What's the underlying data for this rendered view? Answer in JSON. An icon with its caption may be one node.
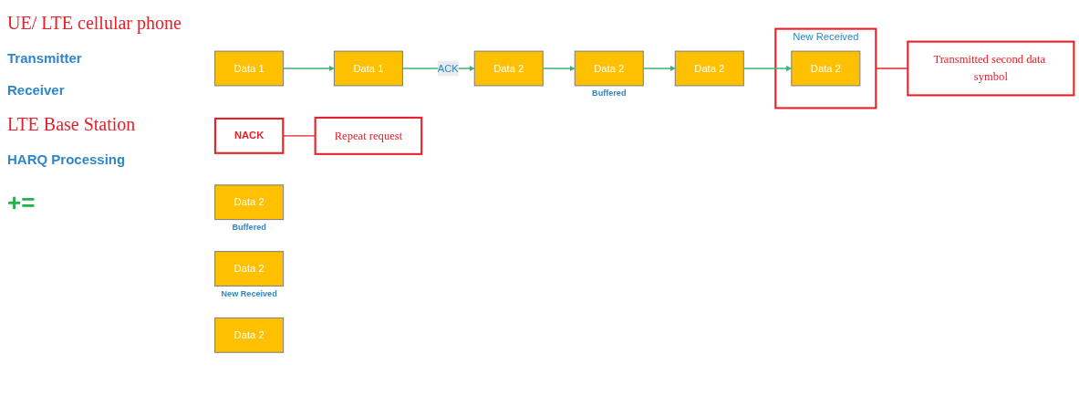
{
  "diagram": {
    "nodes": [
      {
        "text": [
          "Data 1"
        ]
      },
      {
        "text": [
          "Data 1"
        ]
      },
      {
        "text": [
          "Data 2"
        ]
      },
      {
        "text": [
          "Data 2"
        ],
        "beside": [
          "Buffered"
        ]
      },
      {
        "text": [
          "Data 2"
        ]
      },
      {
        "text": [
          "New Received"
        ]
      },
      {
        "text": [
          "Data 2"
        ],
        "in": 5
      },
      {
        "text": [
          "NACK"
        ]
      },
      {
        "text": [
          "Repeat request"
        ]
      },
      {
        "text": [
          "Transmitted second data symbol"
        ]
      },
      {
        "text": [
          "Data 2"
        ],
        "beside": [
          "Buffered"
        ]
      },
      {
        "text": [
          "Data 2"
        ],
        "beside": [
          "New Received"
        ]
      },
      {
        "text": [
          "Data 2"
        ]
      }
    ],
    "edges": [
      {
        "from": 0,
        "to": 1,
        "arrow": "to"
      },
      {
        "from": 1,
        "to": 2,
        "label": "ACK",
        "arrow": "to"
      },
      {
        "from": 2,
        "to": 3,
        "arrow": "to"
      },
      {
        "from": 3,
        "to": 4,
        "arrow": "to"
      },
      {
        "from": 4,
        "to": 6,
        "arrow": "to"
      },
      {
        "from": 7,
        "to": 8,
        "arrow": "none",
        "color": "#e8202a"
      },
      {
        "from": 5,
        "to": 9,
        "arrow": "none",
        "color": "#e8202a"
      }
    ],
    "labels": [
      "UE/ LTE cellular phone",
      "Transmitter",
      "Receiver",
      "LTE Base Station",
      "HARQ Processing",
      "+",
      "="
    ]
  }
}
